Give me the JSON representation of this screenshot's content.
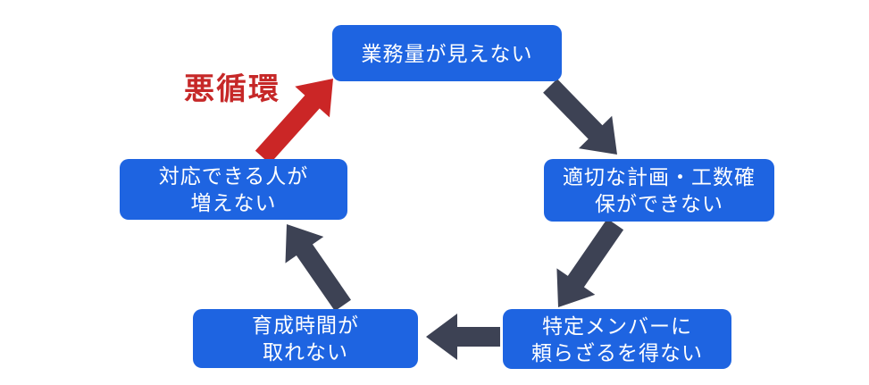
{
  "diagram": {
    "title_label": "悪循環",
    "colors": {
      "box_bg": "#1e64e1",
      "box_text": "#ffffff",
      "arrow_dark": "#3d4254",
      "arrow_red": "#cb2626",
      "label_red": "#c62828",
      "background": "#ffffff"
    },
    "nodes": [
      {
        "id": "workload-invisible",
        "line1": "業務量が見えない",
        "line2": ""
      },
      {
        "id": "no-proper-planning",
        "line1": "適切な計画・工数確",
        "line2": "保ができない"
      },
      {
        "id": "rely-on-specific-members",
        "line1": "特定メンバーに",
        "line2": "頼らざるを得ない"
      },
      {
        "id": "no-training-time",
        "line1": "育成時間が",
        "line2": "取れない"
      },
      {
        "id": "capable-people-not-growing",
        "line1": "対応できる人が",
        "line2": "増えない"
      }
    ],
    "arrows": [
      {
        "from": "workload-invisible",
        "to": "no-proper-planning",
        "style": "dark"
      },
      {
        "from": "no-proper-planning",
        "to": "rely-on-specific-members",
        "style": "dark"
      },
      {
        "from": "rely-on-specific-members",
        "to": "no-training-time",
        "style": "dark"
      },
      {
        "from": "no-training-time",
        "to": "capable-people-not-growing",
        "style": "dark"
      },
      {
        "from": "capable-people-not-growing",
        "to": "workload-invisible",
        "style": "red"
      }
    ]
  }
}
